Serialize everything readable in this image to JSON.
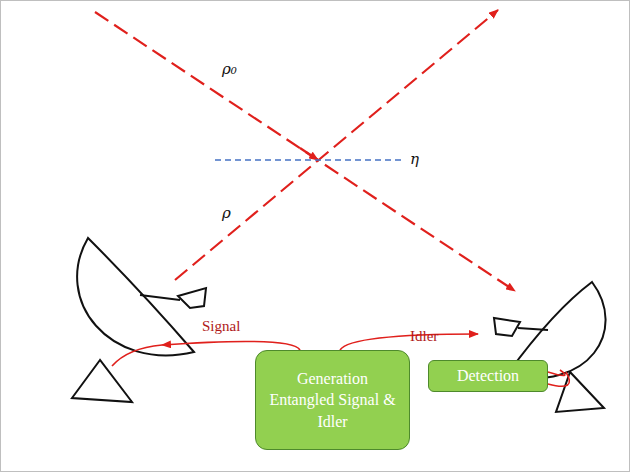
{
  "diagram": {
    "nodes": [
      {
        "text": [
          "Generation Entangled Signal & Idler"
        ]
      },
      {
        "text": [
          "Detection"
        ]
      }
    ],
    "labels": [
      "ρ₀",
      "ρ",
      "η",
      "Signal",
      "Idler"
    ]
  }
}
